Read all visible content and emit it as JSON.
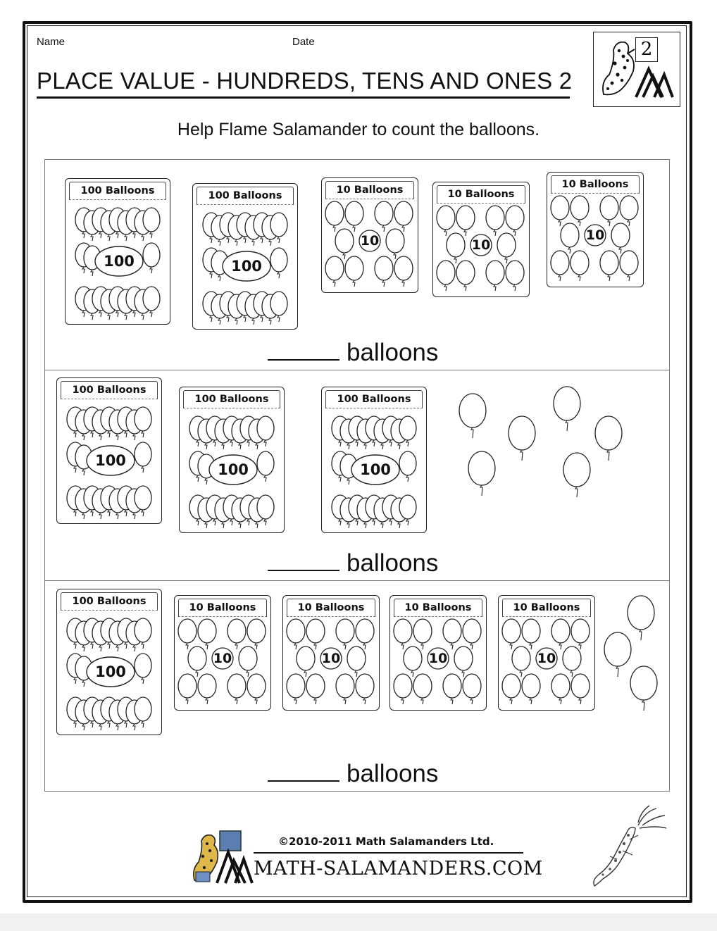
{
  "header": {
    "name_label": "Name",
    "date_label": "Date",
    "title": "PLACE VALUE - HUNDREDS, TENS AND ONES 2",
    "sheet_number": "2"
  },
  "instructions": "Help Flame Salamander to count the balloons.",
  "sections": [
    {
      "cards": [
        {
          "label": "100 Balloons",
          "value": "100"
        },
        {
          "label": "100 Balloons",
          "value": "100"
        },
        {
          "label": "10 Balloons",
          "value": "10"
        },
        {
          "label": "10 Balloons",
          "value": "10"
        },
        {
          "label": "10 Balloons",
          "value": "10"
        }
      ],
      "loose_balloons": 0,
      "answer_word": "balloons"
    },
    {
      "cards": [
        {
          "label": "100 Balloons",
          "value": "100"
        },
        {
          "label": "100 Balloons",
          "value": "100"
        },
        {
          "label": "100 Balloons",
          "value": "100"
        }
      ],
      "loose_balloons": 6,
      "answer_word": "balloons"
    },
    {
      "cards": [
        {
          "label": "100 Balloons",
          "value": "100"
        },
        {
          "label": "10 Balloons",
          "value": "10"
        },
        {
          "label": "10 Balloons",
          "value": "10"
        },
        {
          "label": "10 Balloons",
          "value": "10"
        },
        {
          "label": "10 Balloons",
          "value": "10"
        }
      ],
      "loose_balloons": 3,
      "answer_word": "balloons"
    }
  ],
  "footer": {
    "copyright": "©2010-2011 Math Salamanders Ltd.",
    "site": "MATH-SALAMANDERS.COM"
  },
  "icons": [
    "salamander-teacher-icon",
    "salamander-mascot-icon",
    "flame-salamander-icon"
  ]
}
